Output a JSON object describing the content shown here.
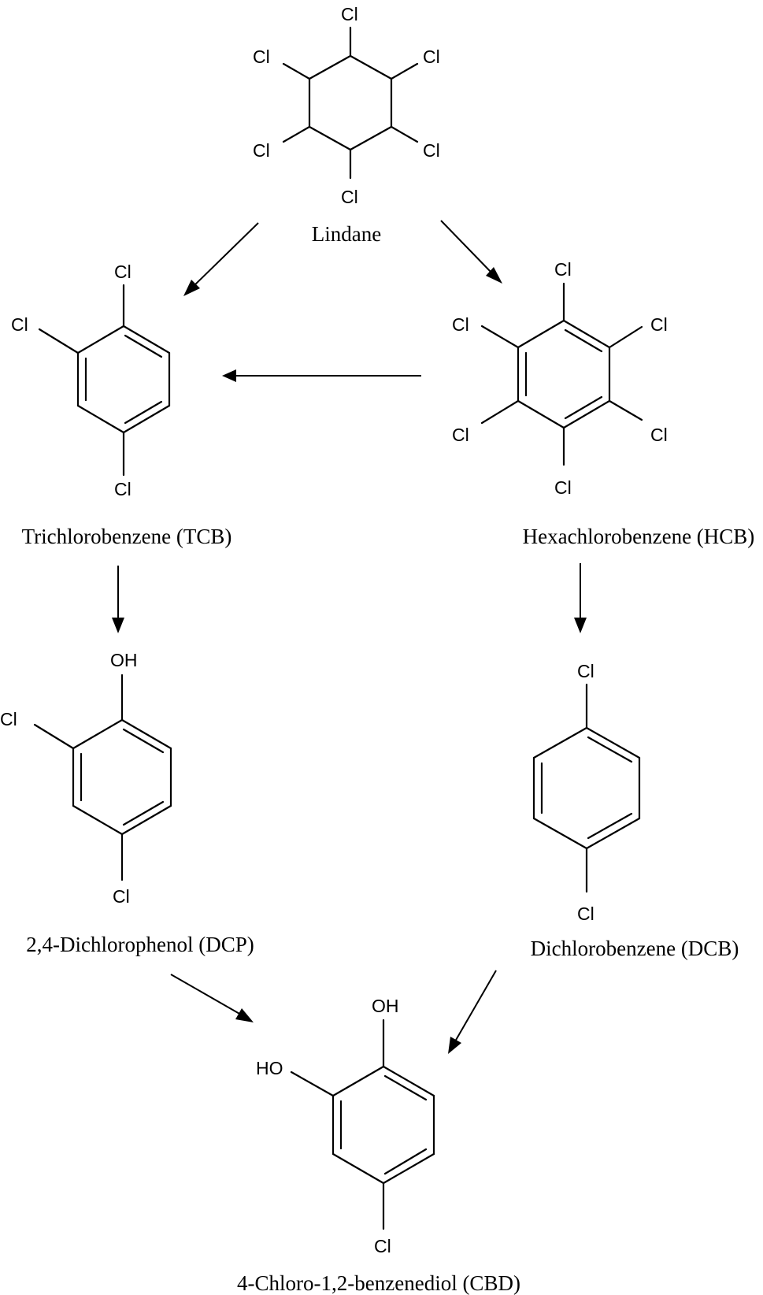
{
  "compounds": [
    {
      "id": "lindane",
      "name": "Lindane",
      "substituents": [
        "Cl",
        "Cl",
        "Cl",
        "Cl",
        "Cl",
        "Cl"
      ]
    },
    {
      "id": "tcb",
      "name": "Trichlorobenzene (TCB)",
      "substituents": [
        "Cl",
        "Cl",
        "Cl"
      ]
    },
    {
      "id": "hcb",
      "name": "Hexachlorobenzene (HCB)",
      "substituents": [
        "Cl",
        "Cl",
        "Cl",
        "Cl",
        "Cl",
        "Cl"
      ]
    },
    {
      "id": "dcp",
      "name": "2,4-Dichlorophenol (DCP)",
      "substituents": [
        "OH",
        "Cl",
        "Cl"
      ]
    },
    {
      "id": "dcb",
      "name": "Dichlorobenzene (DCB)",
      "substituents": [
        "Cl",
        "Cl"
      ]
    },
    {
      "id": "cbd",
      "name": "4-Chloro-1,2-benzenediol (CBD)",
      "substituents": [
        "OH",
        "HO",
        "Cl"
      ]
    }
  ],
  "transformations": [
    {
      "from": "lindane",
      "to": "tcb"
    },
    {
      "from": "lindane",
      "to": "hcb"
    },
    {
      "from": "hcb",
      "to": "tcb"
    },
    {
      "from": "tcb",
      "to": "dcp"
    },
    {
      "from": "hcb",
      "to": "dcb"
    },
    {
      "from": "dcp",
      "to": "cbd"
    },
    {
      "from": "dcb",
      "to": "cbd"
    }
  ]
}
